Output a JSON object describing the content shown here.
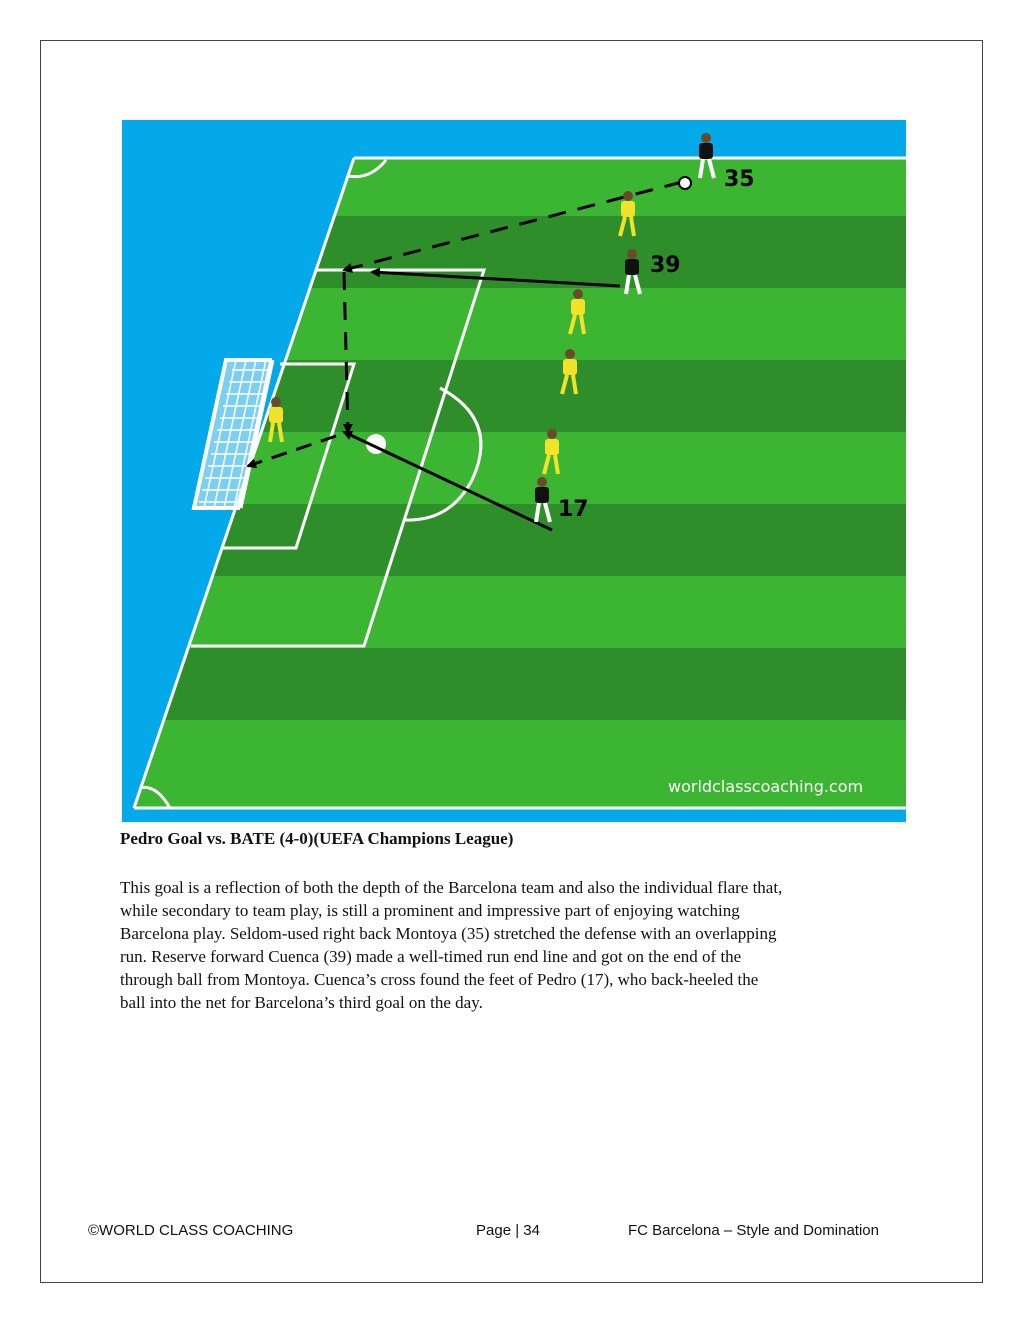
{
  "diagram": {
    "watermark": "worldclasscoaching.com",
    "players": [
      {
        "number": "35",
        "team": "dark"
      },
      {
        "number": "39",
        "team": "dark"
      },
      {
        "number": "17",
        "team": "dark"
      }
    ],
    "colors": {
      "sky": "#03a9e8",
      "grass_light": "#3bb532",
      "grass_dark": "#2e8f2a",
      "dark_kit": "#111111",
      "yellow_kit": "#f2e22a"
    }
  },
  "caption": {
    "title": "Pedro Goal vs. BATE (4-0)(UEFA Champions League)",
    "body": "This goal is a reflection of both the depth of the Barcelona team and also the individual flare that,\nwhile secondary to team play, is still a prominent and impressive part of enjoying watching\nBarcelona play.  Seldom-used right back Montoya (35) stretched the defense with an overlapping\nrun.  Reserve forward Cuenca (39) made a well-timed run end line and got on the end of the\nthrough ball from Montoya.  Cuenca’s cross found the feet of Pedro (17), who back-heeled the\nball into the net for Barcelona’s third goal on the day."
  },
  "footer": {
    "left": "©WORLD CLASS COACHING",
    "middle": "Page | 34",
    "right": "FC Barcelona – Style and Domination"
  }
}
